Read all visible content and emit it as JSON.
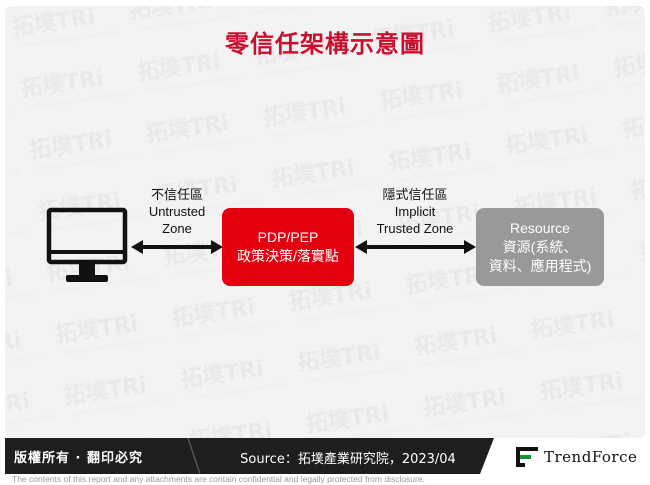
{
  "title": "零信任架構示意圖",
  "watermark": {
    "brand": "拓墣TRi",
    "sub": "TOPOLOGY RESEARCH INSTITUTE"
  },
  "untrusted_zone": {
    "line1": "不信任區",
    "line2": "Untrusted",
    "line3": "Zone"
  },
  "implicit_zone": {
    "line1": "隱式信任區",
    "line2": "Implicit",
    "line3": "Trusted Zone"
  },
  "pdp_pep": {
    "line1": "PDP/PEP",
    "line2": "政策決策/落實點"
  },
  "resource": {
    "line1": "Resource",
    "line2": "資源(系統、",
    "line3": "資料、應用程式)"
  },
  "footer": {
    "rights": "版權所有 · 翻印必究",
    "source": "Source：拓墣產業研究院，2023/04",
    "logo": "TrendForce"
  },
  "disclaimer": "The contents of this report and any attachments are contain confidential and legally protected from disclosure.",
  "colors": {
    "accent": "#e3000f",
    "resource_box": "#999999",
    "title": "#c8102e",
    "footer_bg": "#1e1e1e"
  },
  "icons": [
    "monitor-icon",
    "double-arrow-icon",
    "trendforce-logo-icon"
  ]
}
